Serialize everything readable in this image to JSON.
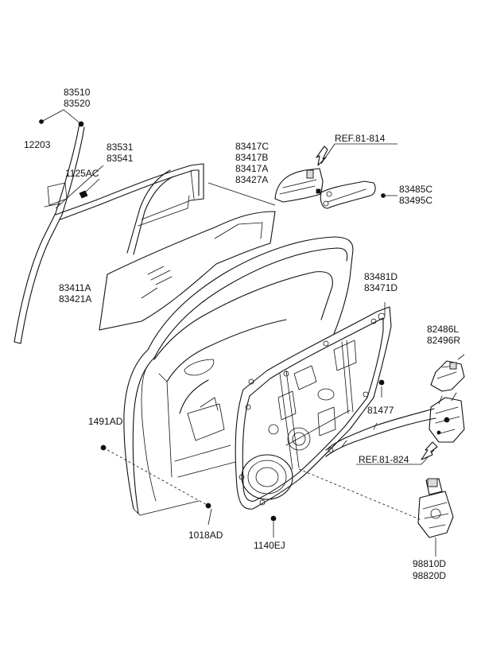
{
  "labels": {
    "p83510": "83510",
    "p83520": "83520",
    "p12203": "12203",
    "p83531": "83531",
    "p83541": "83541",
    "p1125AC": "1125AC",
    "p83417C": "83417C",
    "p83417B": "83417B",
    "p83417A": "83417A",
    "p83427A": "83427A",
    "ref81814": "REF.81-814",
    "p83485C": "83485C",
    "p83495C": "83495C",
    "p83411A": "83411A",
    "p83421A": "83421A",
    "p83481D": "83481D",
    "p83471D": "83471D",
    "p82486L": "82486L",
    "p82496R": "82496R",
    "p1491AD": "1491AD",
    "p81477": "81477",
    "ref81824": "REF.81-824",
    "p1018AD": "1018AD",
    "p1140EJ": "1140EJ",
    "p98810D": "98810D",
    "p98820D": "98820D"
  }
}
